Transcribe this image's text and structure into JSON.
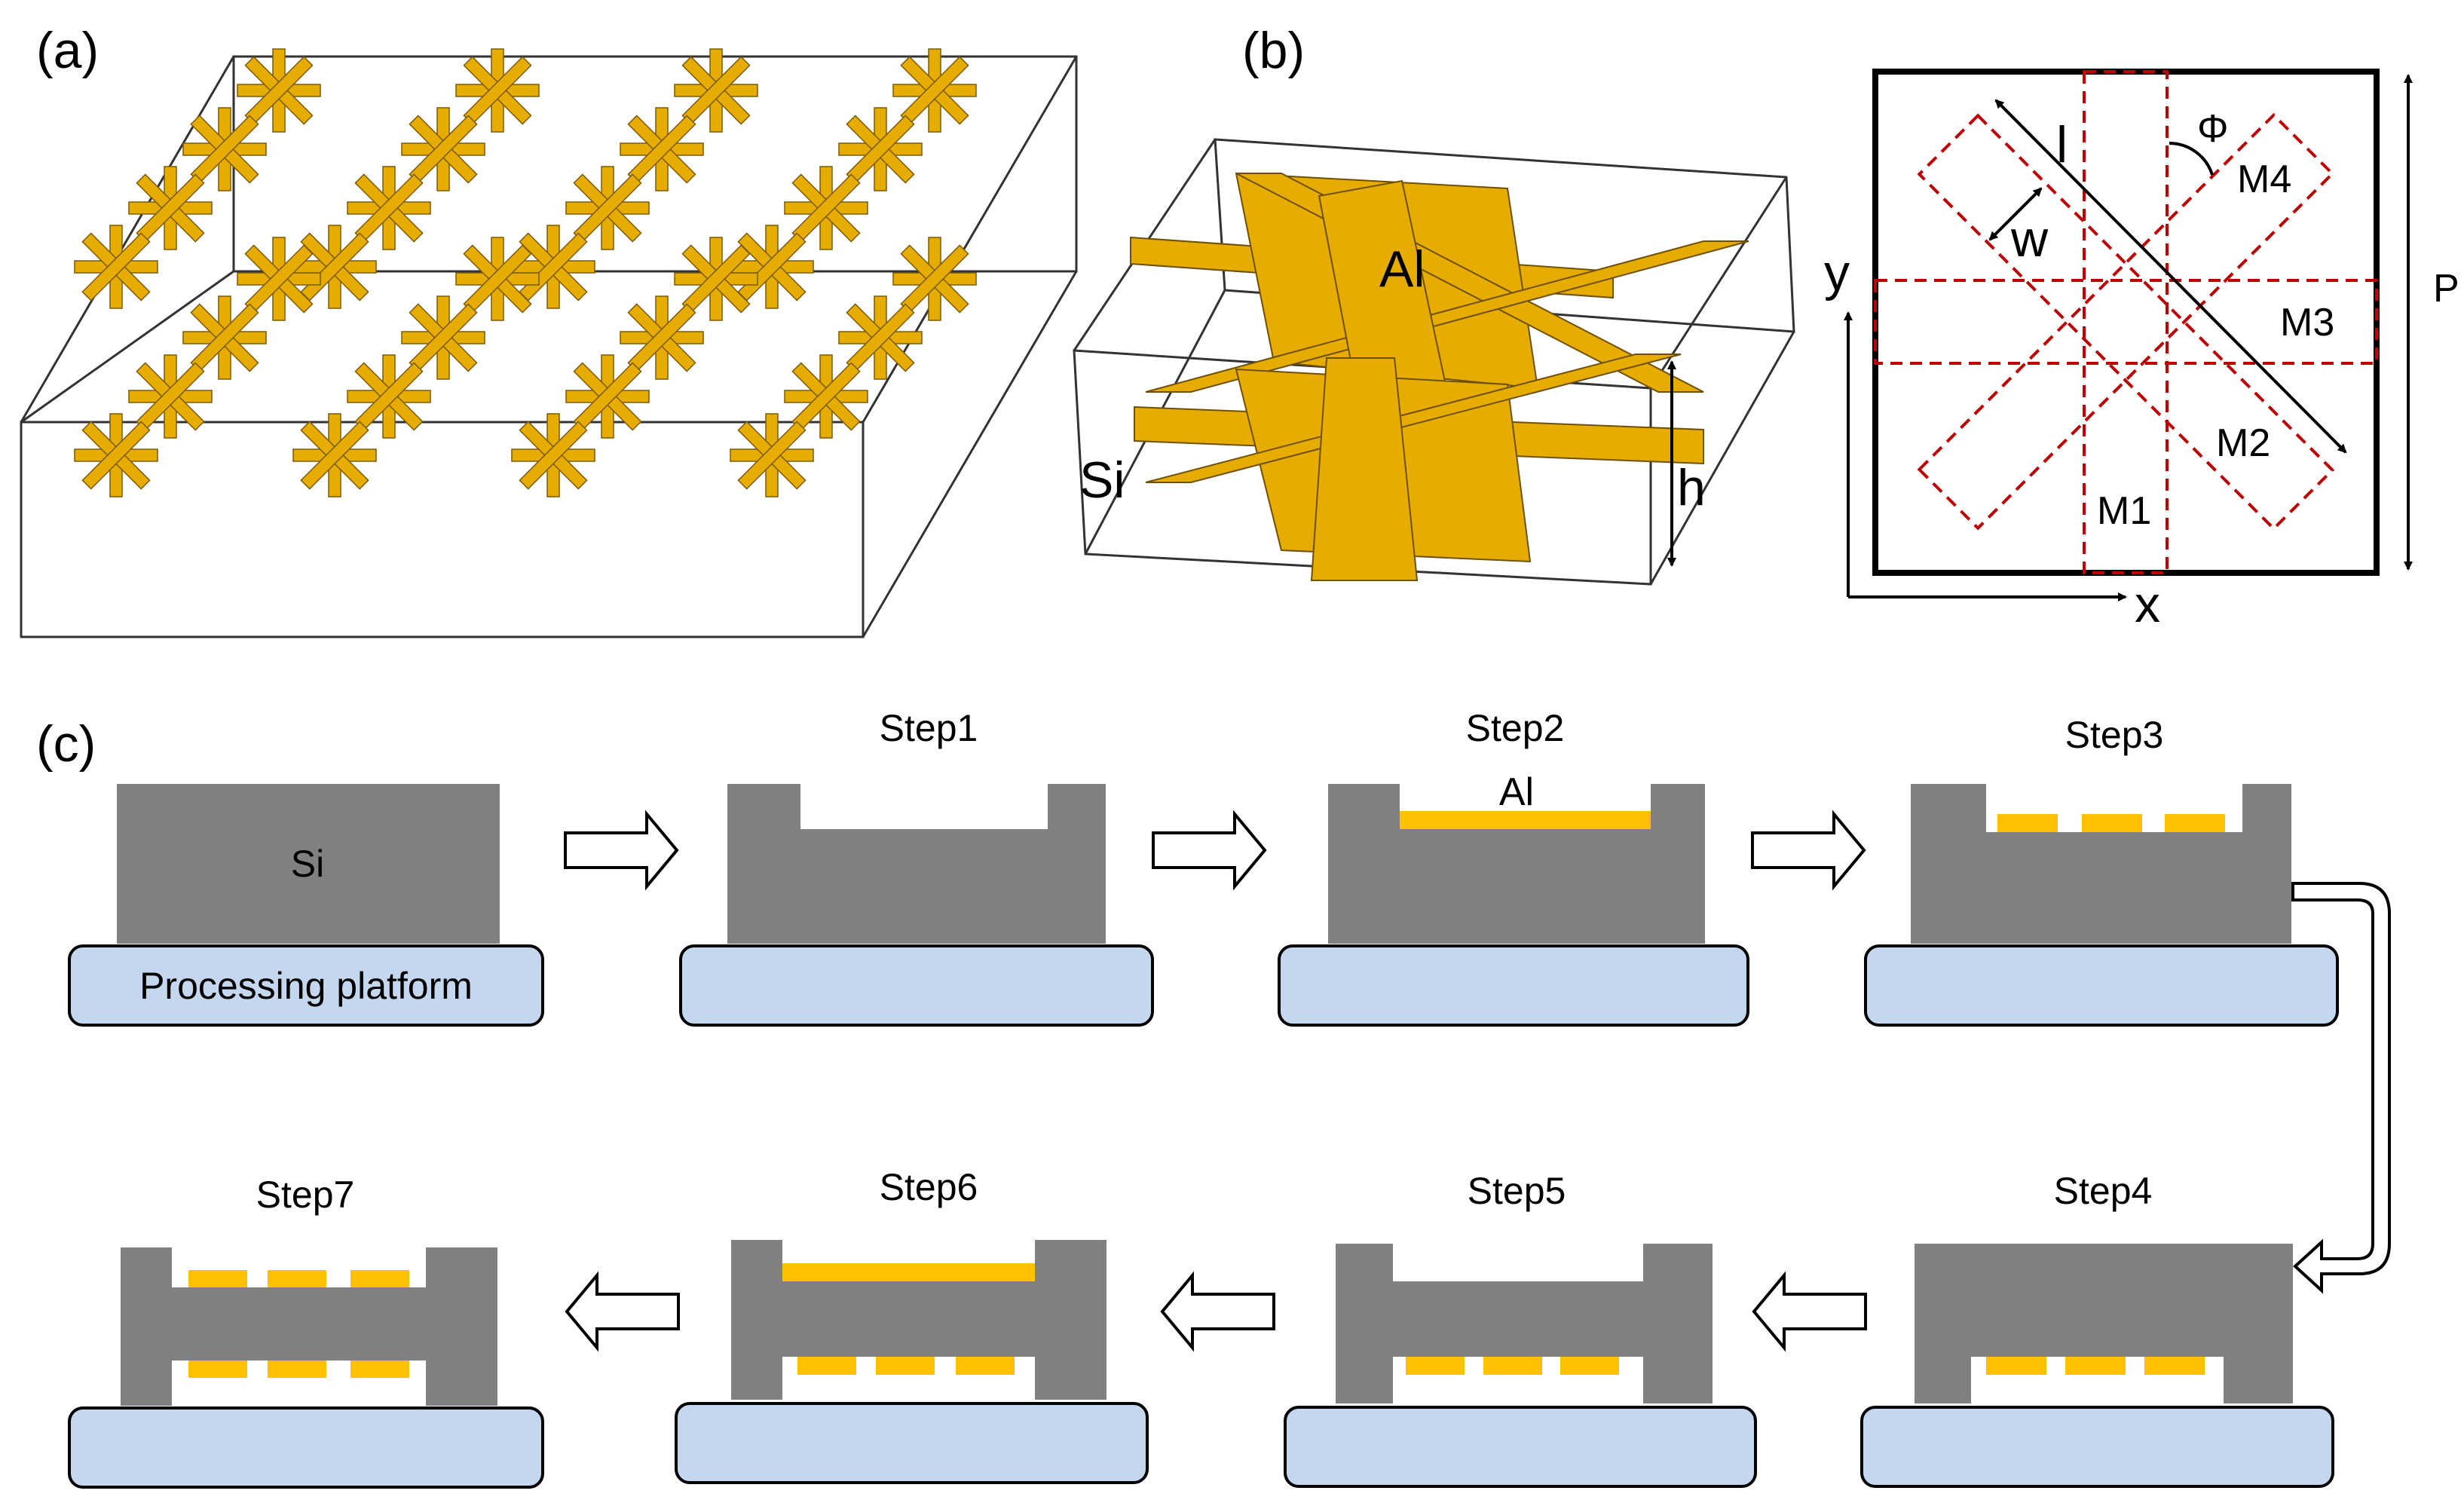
{
  "panels": {
    "a": {
      "label": "(a)"
    },
    "b": {
      "label": "(b)",
      "material_top": "Al",
      "material_bottom": "Si",
      "height_symbol": "h"
    },
    "unit_cell": {
      "axis_x": "x",
      "axis_y": "y",
      "period_symbol": "P",
      "length_symbol": "l",
      "width_symbol": "w",
      "angle_symbol": "Φ",
      "arms": [
        "M1",
        "M2",
        "M3",
        "M4"
      ]
    },
    "c": {
      "label": "(c)",
      "initial": {
        "material": "Si",
        "platform": "Processing platform"
      },
      "steps": [
        "Step1",
        "Step2",
        "Step3",
        "Step4",
        "Step5",
        "Step6",
        "Step7"
      ],
      "step2_material": "Al"
    }
  },
  "colors": {
    "gold": "#E6AC00",
    "gold_shadow": "#6E5000",
    "silicon_gray": "#808080",
    "platform_blue": "#C5D7EE",
    "dashed_red": "#C00000"
  }
}
